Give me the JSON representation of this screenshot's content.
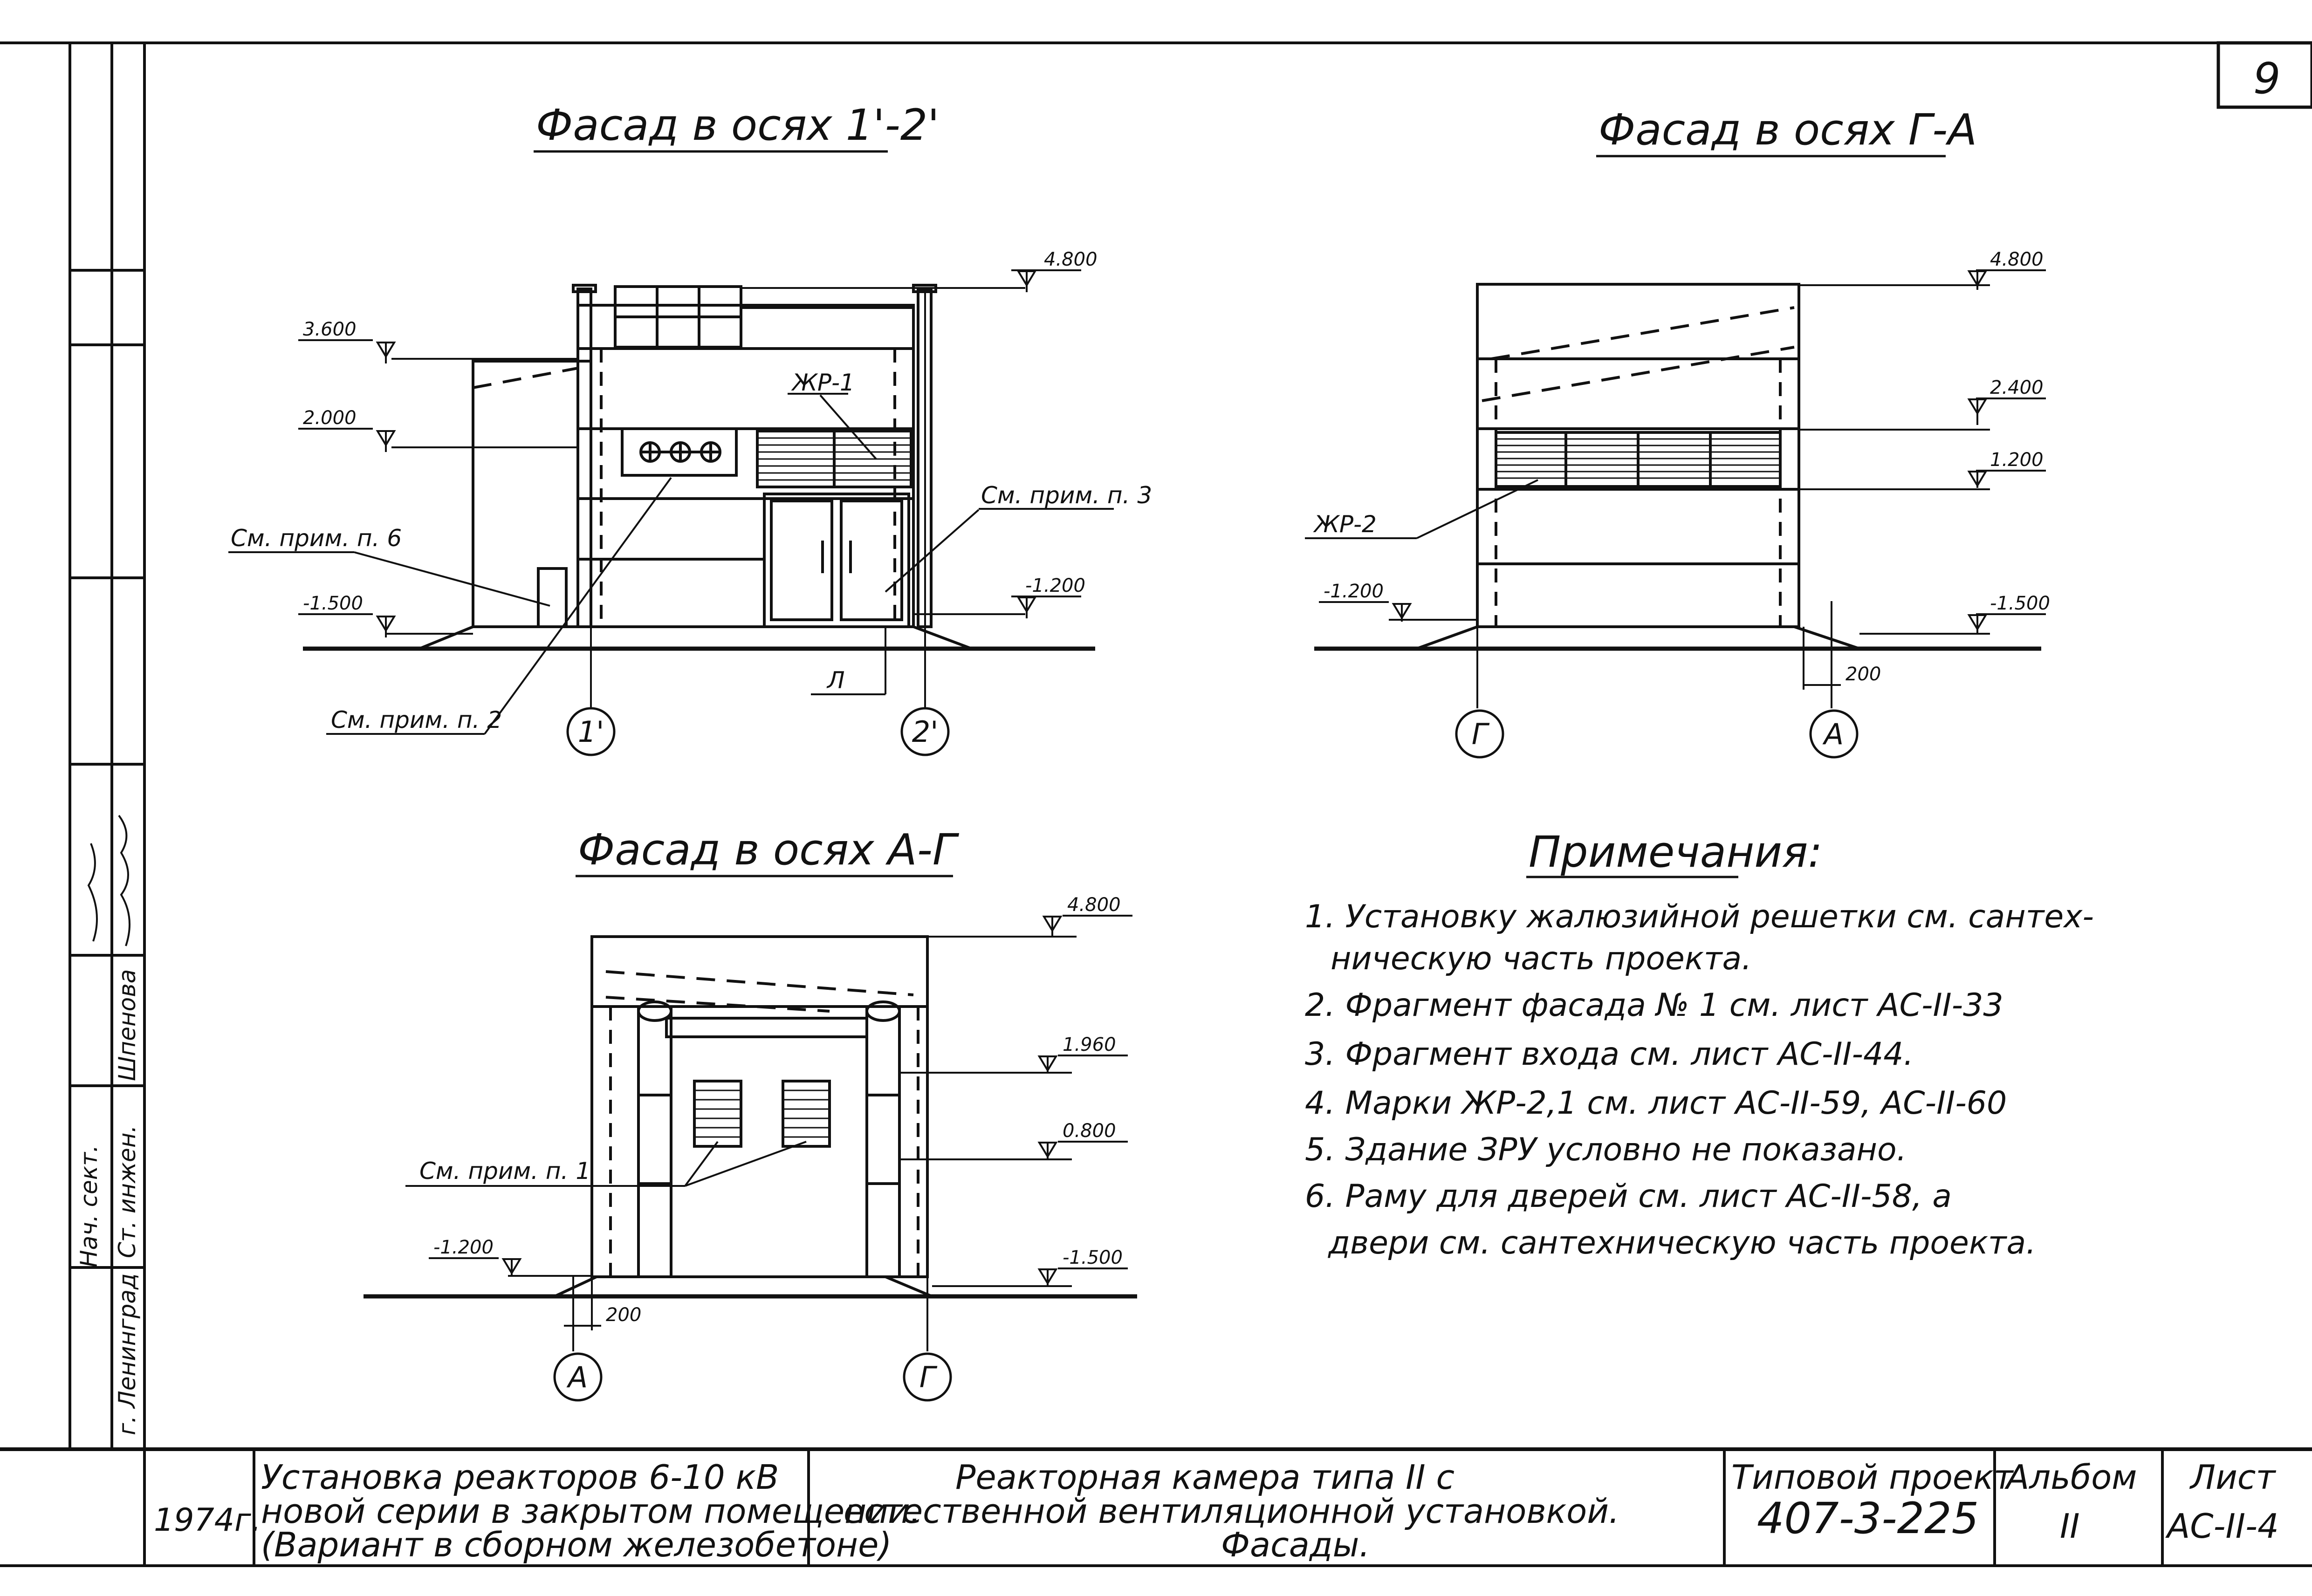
{
  "sheet_number": "9",
  "titles": {
    "facade_1_2": "Фасад в осях 1'-2'",
    "facade_g_a": "Фасад в осях Г-А",
    "facade_a_g": "Фасад в осях А-Г"
  },
  "facade_1_2": {
    "elevations": [
      "4.800",
      "3.600",
      "2.000",
      "-1.200",
      "-1.500"
    ],
    "labels": {
      "jr1": "ЖР-1",
      "note3": "См. прим. п. 3",
      "note6": "См. прим. п. 6",
      "note2": "См. прим. п. 2",
      "l": "Л"
    },
    "axes": [
      "1'",
      "2'"
    ]
  },
  "facade_g_a": {
    "elevations": [
      "4.800",
      "2.400",
      "1.200",
      "-1.200",
      "-1.500"
    ],
    "labels": {
      "jr2": "ЖР-2"
    },
    "dimension": "200",
    "axes": [
      "Г",
      "А"
    ]
  },
  "facade_a_g": {
    "elevations": [
      "4.800",
      "1.960",
      "0.800",
      "-1.200",
      "-1.500"
    ],
    "labels": {
      "note1": "См. прим. п. 1"
    },
    "dimension": "200",
    "axes": [
      "А",
      "Г"
    ]
  },
  "notes": {
    "heading": "Примечания:",
    "items": [
      "1. Установку жалюзийной решетки см. сантех-",
      "ническую часть проекта.",
      "2. Фрагмент фасада № 1 см. лист АС-II-33",
      "3. Фрагмент входа см. лист АС-II-44.",
      "4. Марки ЖР-2,1 см. лист АС-II-59, АС-II-60",
      "5. Здание ЗРУ условно не показано.",
      "6. Раму для дверей см. лист АС-II-58, а",
      "двери см. сантехническую часть проекта."
    ]
  },
  "side_strip": {
    "city": "г. Ленинград",
    "roles": [
      "Нач. сект.",
      "Ст. инжен.",
      "Шпенова"
    ]
  },
  "title_block": {
    "year": "1974г.",
    "subject": [
      "Установка реакторов 6-10 кВ",
      "новой серии в закрытом помещении.",
      "(Вариант в сборном железобетоне)"
    ],
    "drawing": [
      "Реакторная камера типа II с",
      "естественной вентиляционной установкой.",
      "Фасады."
    ],
    "project_label": "Типовой проект",
    "project_number": "407-3-225",
    "album_label": "Альбом",
    "album_value": "II",
    "sheet_label": "Лист",
    "sheet_value": "АС-II-4"
  }
}
